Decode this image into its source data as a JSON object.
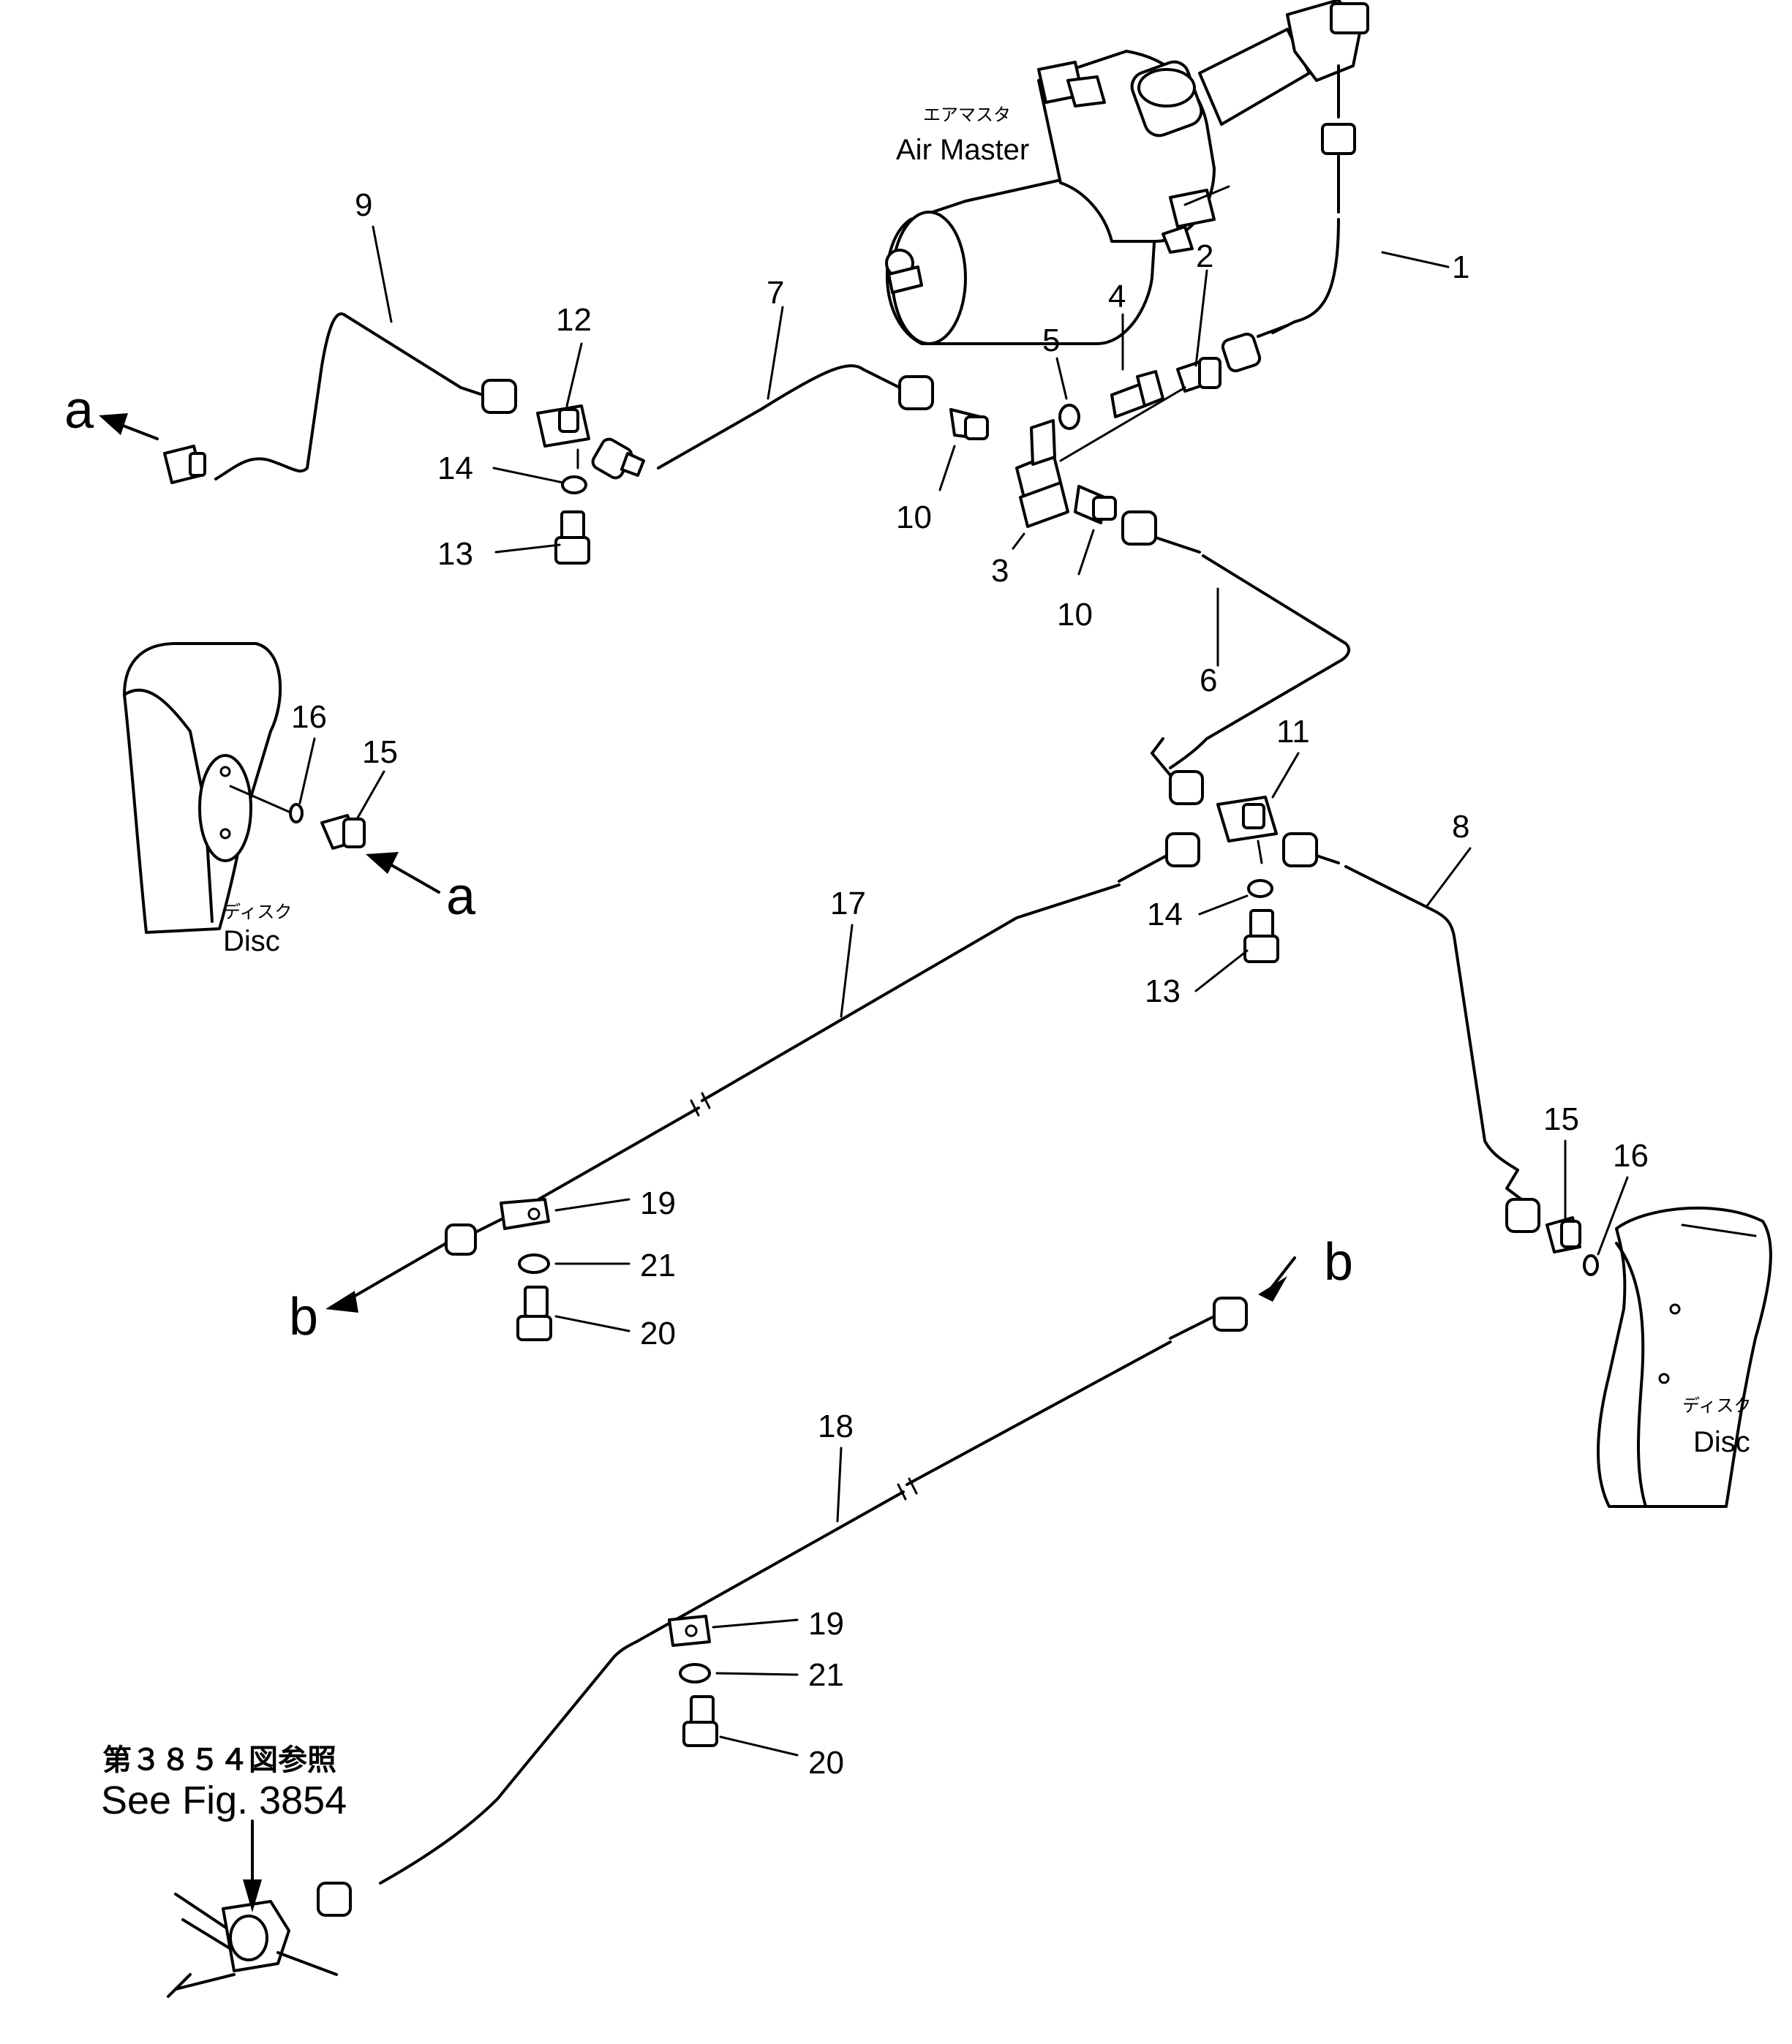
{
  "air_master": {
    "label_jp": "エアマスタ",
    "label_en": "Air Master"
  },
  "disc": {
    "label_jp": "ディスク",
    "label_en": "Disc"
  },
  "reference": {
    "label_jp": "第３８５４図参照",
    "label_en": "See Fig. 3854"
  },
  "connectors": {
    "a": "a",
    "b": "b"
  },
  "parts": {
    "p1": "1",
    "p2": "2",
    "p3": "3",
    "p4": "4",
    "p5": "5",
    "p6": "6",
    "p7": "7",
    "p8": "8",
    "p9": "9",
    "p10": "10",
    "p11": "11",
    "p12": "12",
    "p13": "13",
    "p14": "14",
    "p15": "15",
    "p16": "16",
    "p17": "17",
    "p18": "18",
    "p19": "19",
    "p20": "20",
    "p21": "21"
  }
}
